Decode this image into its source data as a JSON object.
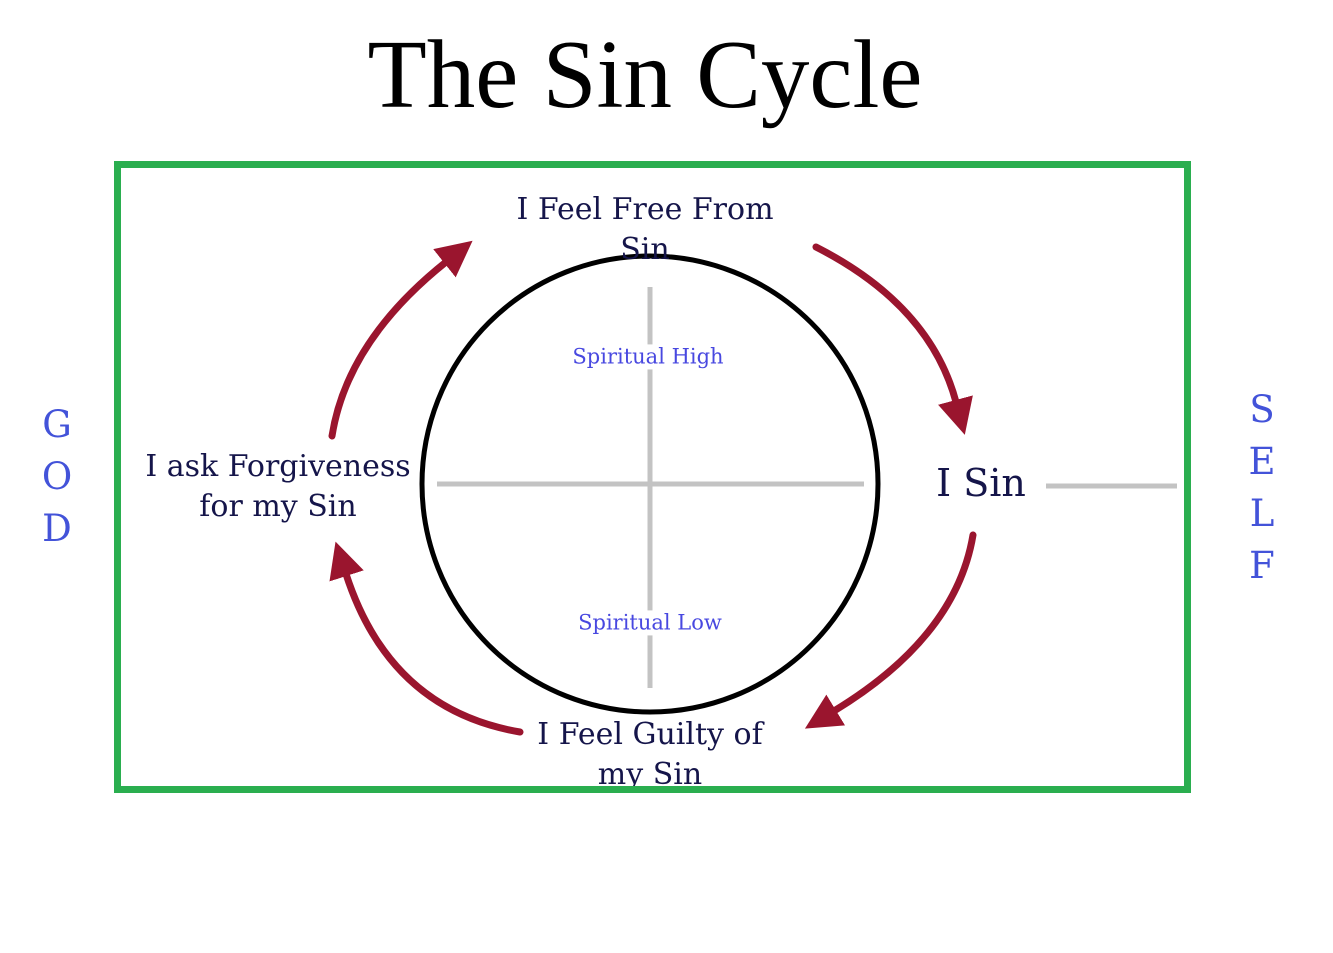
{
  "page": {
    "title": "The Sin Cycle"
  },
  "diagram": {
    "stages": {
      "free": {
        "line1": "I Feel Free From",
        "line2": "Sin"
      },
      "sin": {
        "label": "I Sin"
      },
      "guilty": {
        "line1": "I Feel Guilty of",
        "line2": "my Sin"
      },
      "forgive": {
        "line1": "I ask Forgiveness",
        "line2": "for my Sin"
      }
    },
    "inner_labels": {
      "high": "Spiritual High",
      "low": "Spiritual Low"
    },
    "left_word": {
      "word": "GOD",
      "letters": [
        "G",
        "O",
        "D"
      ]
    },
    "right_word": {
      "word": "SELF",
      "letters": [
        "S",
        "E",
        "L",
        "F"
      ]
    },
    "colors": {
      "frame_green": "#2AAE4F",
      "arrow_red": "#9A152E",
      "stage_navy": "#15154A",
      "side_blue": "#4353D9",
      "inner_blue": "#4848E0",
      "guide_gray": "#C3C3C3",
      "circle_black": "#000000"
    }
  }
}
